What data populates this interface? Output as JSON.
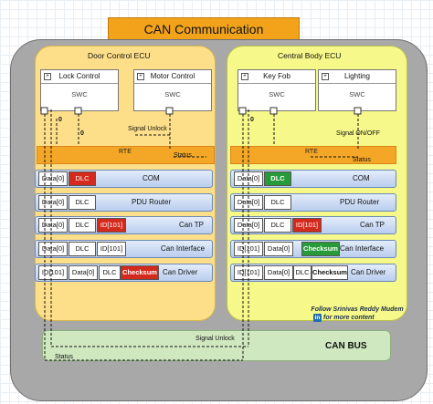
{
  "title": "CAN Communication",
  "ecus": {
    "left": {
      "name": "Door Control ECU",
      "swc1": {
        "name": "Lock Control",
        "body": "SWC"
      },
      "swc2": {
        "name": "Motor Control",
        "body": "SWC"
      }
    },
    "right": {
      "name": "Central Body ECU",
      "swc1": {
        "name": "Key Fob",
        "body": "SWC"
      },
      "swc2": {
        "name": "Lighting",
        "body": "SWC"
      }
    }
  },
  "rte": "RTE",
  "annotations": {
    "signal_unlock_left": "Signal Unlock",
    "signal_onoff": "Signal ON/OFF",
    "status_left": "Status",
    "status_right": "Status",
    "zero_a": "0",
    "zero_b": "0",
    "zero_c": "0",
    "bus_signal_unlock": "Signal Unlock",
    "bus_status": "Status"
  },
  "layers": {
    "com": "COM",
    "pdu": "PDU Router",
    "tp": "Can TP",
    "if": "Can Interface",
    "drv": "Can Driver"
  },
  "cells": {
    "data0": "Data[0]",
    "dlc": "DLC",
    "id101": "ID[101]",
    "checksum": "Checksum"
  },
  "can_bus": "CAN BUS",
  "credit": {
    "line1": "Follow Srinivas Reddy Mudem",
    "line2": "for more content",
    "icon": "in"
  },
  "colors": {
    "title": "#f2a31a",
    "left_ecu": "#fddf8a",
    "right_ecu": "#f6f889",
    "rte": "#f4a726",
    "highlight_red": "#d42a1e",
    "highlight_green": "#279b3a",
    "can_bus": "#cfe8c0"
  }
}
